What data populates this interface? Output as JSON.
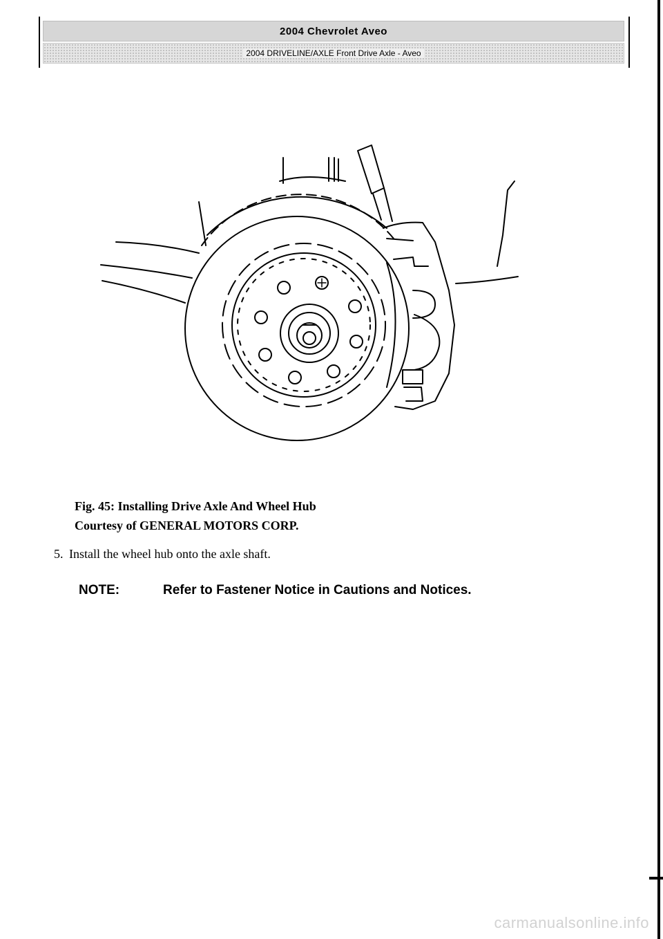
{
  "header": {
    "title": "2004 Chevrolet Aveo",
    "subtitle": "2004 DRIVELINE/AXLE Front Drive Axle - Aveo"
  },
  "figure": {
    "caption_line1": "Fig. 45: Installing Drive Axle And Wheel Hub",
    "caption_line2": "Courtesy of GENERAL MOTORS CORP."
  },
  "step": {
    "number": "5.",
    "text": "Install the wheel hub onto the axle shaft."
  },
  "note": {
    "label": "NOTE:",
    "text": "Refer to Fastener Notice in Cautions and Notices."
  },
  "watermark": "carmanualsonline.info"
}
